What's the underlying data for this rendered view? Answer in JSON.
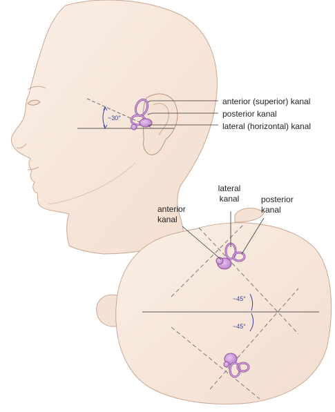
{
  "side_view": {
    "labels": {
      "anterior": "anterior (superior) kanal",
      "posterior": "posterior kanal",
      "lateral": "lateral (horizontal) kanal"
    },
    "angle": "~30°"
  },
  "top_view": {
    "labels": {
      "lateral_line1": "lateral",
      "lateral_line2": "kanal",
      "posterior_line1": "posterior",
      "posterior_line2": "kanal",
      "anterior_line1": "anterior",
      "anterior_line2": "kanal"
    },
    "angle_upper": "~45°",
    "angle_lower": "~45°"
  },
  "colors": {
    "skin": "#f7e9dd",
    "outline": "#c9a792",
    "labyrinth": "#cf9ad9",
    "labyrinth_dark": "#8d4f9c",
    "angle_text": "#3b3fa0"
  }
}
